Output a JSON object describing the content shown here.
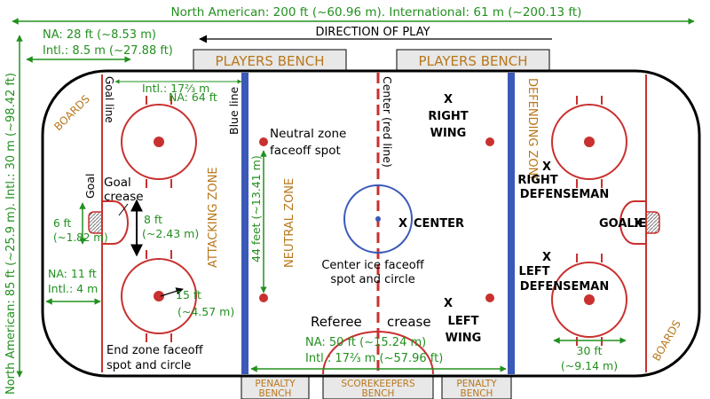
{
  "colors": {
    "red": "#c8312f",
    "blue": "#3a59b8",
    "dark_blue": "#3a59b8",
    "green": "#22901f",
    "brown": "#b8771b",
    "bench_fill": "#e8e8e8",
    "black": "#000000"
  },
  "dimensions": {
    "length": "North American: 200 ft (~60.96 m). International: 61 m (~200.13 ft)",
    "width": "North American: 85 ft (~25.9 m). Intl.: 30 m (~98.42 ft)",
    "corner_na": "NA: 28 ft (~8.53 m)",
    "corner_intl": "Intl.: 8.5 m (~27.88 ft)",
    "goal_line_intl": "Intl.: 17⅔ m",
    "goal_line_na": "NA: 64 ft",
    "crease_width_1": "6 ft",
    "crease_width_2": "(~1.82 m)",
    "crease_to_circle_1": "8 ft",
    "crease_to_circle_2": "(~2.43 m)",
    "goal_line_dist_na": "NA: 11 ft",
    "goal_line_dist_intl": "Intl.: 4 m",
    "circle_radius_1": "15 ft",
    "circle_radius_2": "(~4.57 m)",
    "neutral_spot_1": "44 feet (~13.41 m)",
    "neutral_width_na": "NA: 50 ft (~15.24 m)",
    "neutral_width_intl": "Intl.: 17⅔ m (~57.96 ft)",
    "circle_diameter_1": "30 ft",
    "circle_diameter_2": "(~9.14 m)"
  },
  "labels": {
    "direction": "DIRECTION OF PLAY",
    "players_bench_left": "PLAYERS BENCH",
    "players_bench_right": "PLAYERS BENCH",
    "penalty_bench_left_1": "PENALTY",
    "penalty_bench_left_2": "BENCH",
    "scorekeepers_1": "SCOREKEEPERS",
    "scorekeepers_2": "BENCH",
    "penalty_bench_right_1": "PENALTY",
    "penalty_bench_right_2": "BENCH",
    "boards_left": "BOARDS",
    "boards_right": "BOARDS",
    "goal_line": "Goal line",
    "blue_line": "Blue line",
    "center_line": "Center (red line)",
    "neutral_spot_1": "Neutral zone",
    "neutral_spot_2": "faceoff spot",
    "goal": "Goal",
    "goal_crease_1": "Goal",
    "goal_crease_2": "crease",
    "attacking_zone": "ATTACKING ZONE",
    "neutral_zone": "NEUTRAL ZONE",
    "defending_zone": "DEFENDING ZONE",
    "center_ice_1": "Center ice faceoff",
    "center_ice_2": "spot and circle",
    "referee_crease_1": "Referee",
    "referee_crease_2": "crease",
    "end_zone_1": "End zone faceoff",
    "end_zone_2": "spot and circle"
  },
  "positions": {
    "right_wing_1": "RIGHT",
    "right_wing_2": "WING",
    "center": "CENTER",
    "left_wing_1": "LEFT",
    "left_wing_2": "WING",
    "right_def_1": "RIGHT",
    "right_def_2": "DEFENSEMAN",
    "left_def_1": "LEFT",
    "left_def_2": "DEFENSEMAN",
    "goalie": "GOALIE",
    "marker": "X"
  }
}
